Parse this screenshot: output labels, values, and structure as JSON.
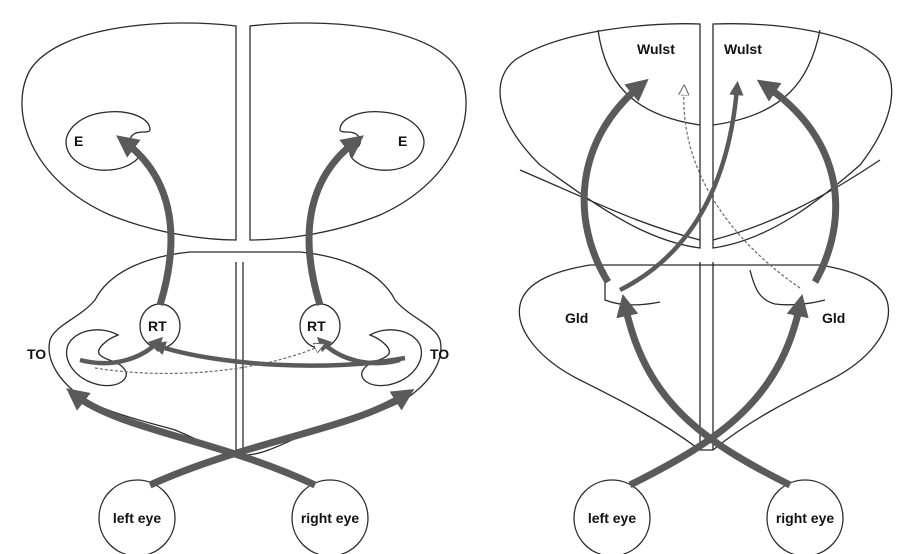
{
  "left_panel": {
    "labels": {
      "e_left": "E",
      "e_right": "E",
      "rt_left": "RT",
      "rt_right": "RT",
      "to_left": "TO",
      "to_right": "TO",
      "eye_left": "left eye",
      "eye_right": "right eye"
    }
  },
  "right_panel": {
    "labels": {
      "wulst_left": "Wulst",
      "wulst_right": "Wulst",
      "gld_left": "Gld",
      "gld_right": "Gld",
      "eye_left": "left eye",
      "eye_right": "right eye"
    }
  },
  "colors": {
    "outline": "#2b2b2b",
    "pathway": "#5a5a5a",
    "background": "#ffffff"
  }
}
